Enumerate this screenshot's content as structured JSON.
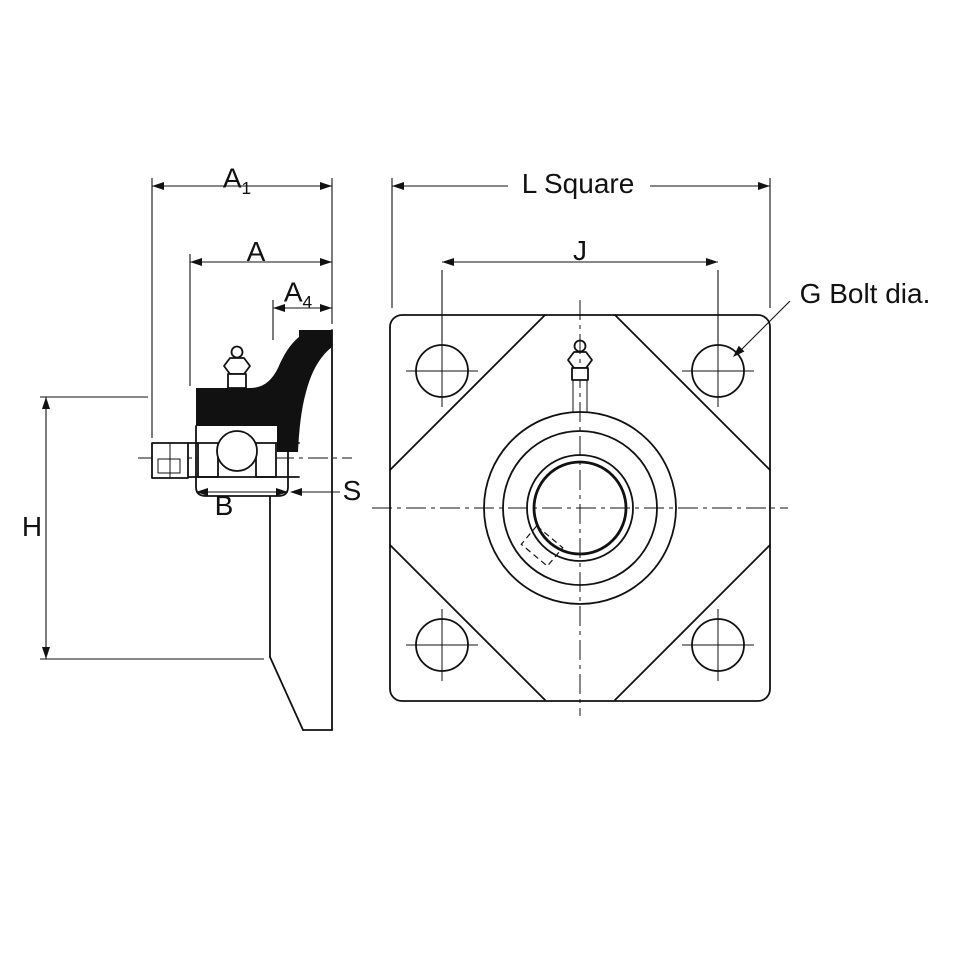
{
  "labels": {
    "side_view": {
      "a1_base": "A",
      "a1_sub": "1",
      "a": "A",
      "a4_base": "A",
      "a4_sub": "4",
      "b": "B",
      "s": "S",
      "h": "H"
    },
    "front_view": {
      "l_square": "L Square",
      "j": "J",
      "g_bolt_dia": "G Bolt dia."
    }
  },
  "colors": {
    "line": "#111111",
    "background": "#ffffff"
  }
}
